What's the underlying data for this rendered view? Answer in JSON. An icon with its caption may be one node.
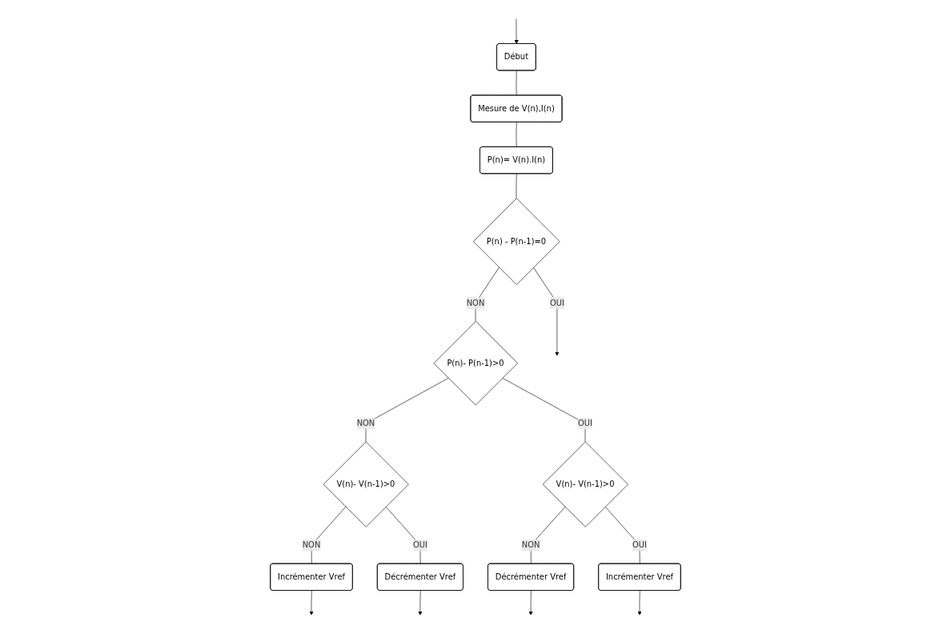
{
  "diagram": {
    "nodes": [
      {
        "text": [
          "Début"
        ]
      },
      {
        "text": [
          "Mesure de V(n),I(n)"
        ]
      },
      {
        "text": [
          "P(n)= V(n).I(n)"
        ]
      },
      {
        "text": [
          "P(n) - P(n-1)=0"
        ]
      },
      {
        "text": [
          "P(n)- P(n-1)>0"
        ]
      },
      {
        "text": [
          "V(n)- V(n-1)>0"
        ]
      },
      {
        "text": [
          "V(n)- V(n-1)>0"
        ]
      },
      {
        "text": [
          "Incrémenter Vref"
        ]
      },
      {
        "text": [
          "Décrémenter Vref"
        ]
      },
      {
        "text": [
          "Décrémenter Vref"
        ]
      },
      {
        "text": [
          "Incrémenter Vref"
        ]
      }
    ],
    "edges": [
      {
        "from": 0,
        "to": 1,
        "arrow": "none"
      },
      {
        "from": 1,
        "to": 2,
        "arrow": "none"
      },
      {
        "from": 2,
        "to": 3,
        "arrow": "none"
      },
      {
        "from": 3,
        "to": null,
        "arrow": "to",
        "label": "OUI"
      },
      {
        "from": 3,
        "to": 4,
        "arrow": "none",
        "label": "NON"
      },
      {
        "from": 4,
        "to": 5,
        "arrow": "none",
        "label": "NON"
      },
      {
        "from": 4,
        "to": 6,
        "arrow": "none",
        "label": "OUI"
      },
      {
        "from": 5,
        "to": 7,
        "arrow": "none",
        "label": "NON"
      },
      {
        "from": 5,
        "to": 8,
        "arrow": "none",
        "label": "OUI"
      },
      {
        "from": 6,
        "to": 9,
        "arrow": "none",
        "label": "NON"
      },
      {
        "from": 6,
        "to": 10,
        "arrow": "none",
        "label": "OUI"
      },
      {
        "from": 7,
        "to": null,
        "arrow": "to"
      },
      {
        "from": 8,
        "to": null,
        "arrow": "to"
      },
      {
        "from": 9,
        "to": null,
        "arrow": "to"
      },
      {
        "from": 10,
        "to": null,
        "arrow": "to"
      },
      {
        "from": null,
        "to": 0,
        "arrow": "to"
      }
    ]
  }
}
